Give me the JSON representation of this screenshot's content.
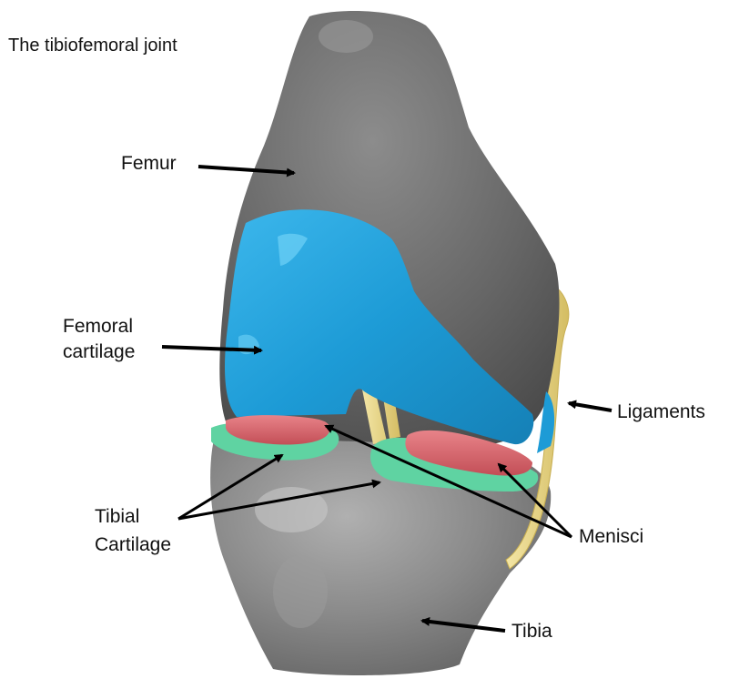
{
  "title": "The tibiofemoral joint",
  "labels": {
    "femur": "Femur",
    "femoral_cartilage_line1": "Femoral",
    "femoral_cartilage_line2": "cartilage",
    "ligaments": "Ligaments",
    "tibial_cartilage_line1": "Tibial",
    "tibial_cartilage_line2": "Cartilage",
    "menisci": "Menisci",
    "tibia": "Tibia"
  },
  "colors": {
    "bone": "#6b6b6b",
    "bone_light": "#8a8a8a",
    "femoral_cartilage": "#1fa3dc",
    "menisci": "#d9636a",
    "tibial_cartilage": "#5fd3a2",
    "ligament": "#ecd98a",
    "arrow": "#000000"
  }
}
